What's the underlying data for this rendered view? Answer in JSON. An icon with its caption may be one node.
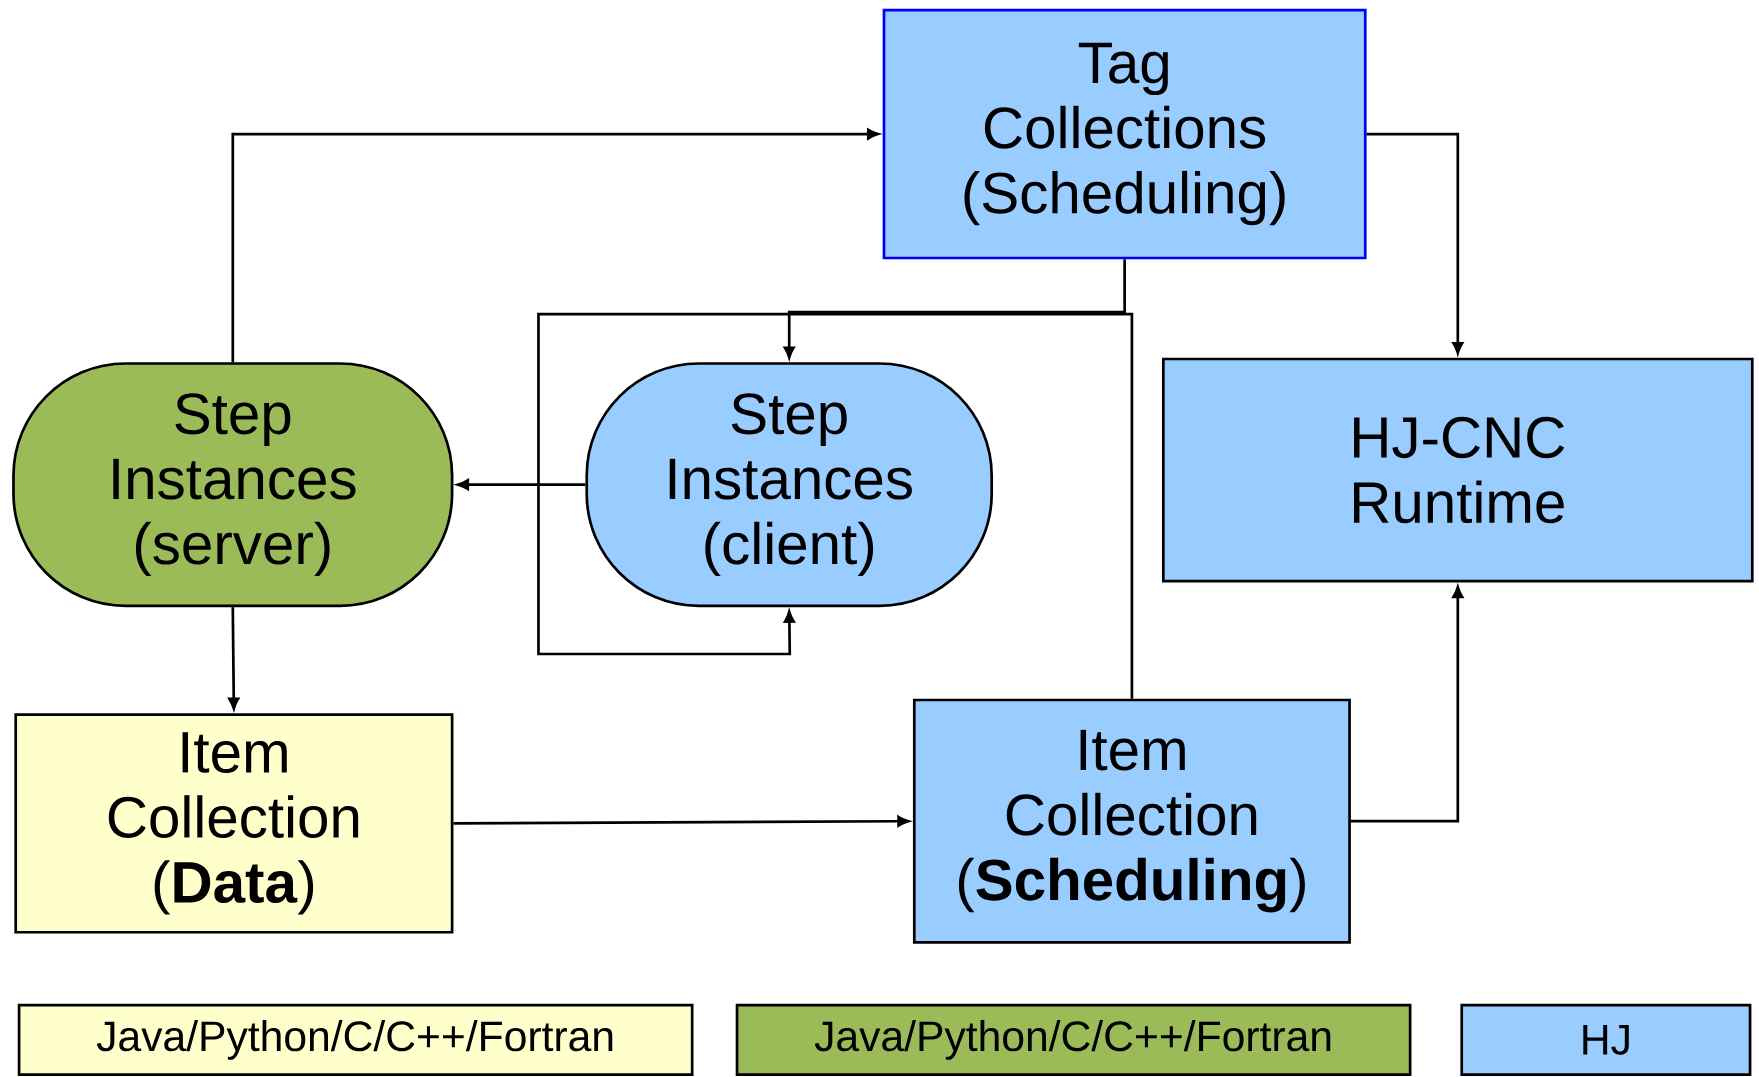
{
  "diagram": {
    "nodes": [
      {
        "text": [
          "Tag Collections (Scheduling)"
        ]
      },
      {
        "text": [
          "Step Instances (server)"
        ]
      },
      {
        "text": [
          "Step Instances (client)"
        ]
      },
      {
        "text": [
          "HJ-CNC Runtime"
        ]
      },
      {
        "text": [
          "Item Collection (**Data**)"
        ]
      },
      {
        "text": [
          "Item Collection (**Scheduling**)"
        ]
      }
    ],
    "edges": [
      {
        "from": 0,
        "to": 2,
        "arrow": "to"
      },
      {
        "from": 5,
        "to": 2,
        "arrow": "to"
      },
      {
        "from": 2,
        "to": 1,
        "arrow": "to"
      },
      {
        "from": 1,
        "to": 0,
        "arrow": "to"
      },
      {
        "from": 1,
        "to": 4,
        "arrow": "to"
      },
      {
        "from": 4,
        "to": 5,
        "arrow": "to"
      },
      {
        "from": 0,
        "to": 3,
        "arrow": "to"
      },
      {
        "from": 5,
        "to": 3,
        "arrow": "to"
      }
    ],
    "legend": [
      {
        "text": "Java/Python/C/C++/Fortran",
        "color": "#ffffcc"
      },
      {
        "text": "Java/Python/C/C++/Fortran",
        "color": "#9bbb59"
      },
      {
        "text": "HJ",
        "color": "#99ccff"
      }
    ]
  }
}
